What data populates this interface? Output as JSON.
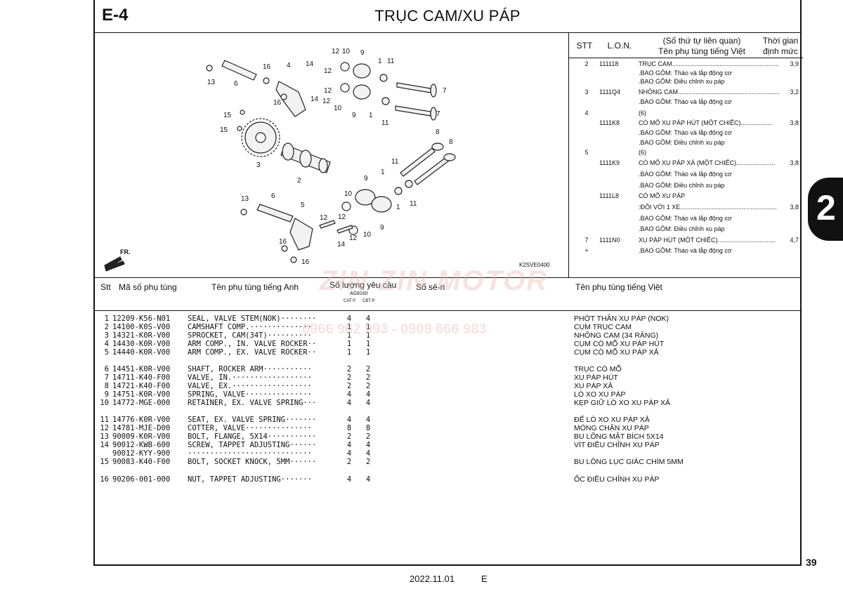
{
  "header": {
    "section_code": "E-4",
    "title": "TRỤC CAM/XU PÁP"
  },
  "diagram": {
    "ref_code": "K2SVE0400",
    "fr_label": "FR.",
    "callouts": [
      "13",
      "6",
      "16",
      "4",
      "16",
      "14",
      "12",
      "10",
      "9",
      "1",
      "11",
      "12",
      "12",
      "14",
      "12",
      "10",
      "9",
      "1",
      "11",
      "7",
      "7",
      "15",
      "15",
      "3",
      "2",
      "8",
      "8",
      "11",
      "1",
      "9",
      "10",
      "12",
      "13",
      "6",
      "5",
      "12",
      "14",
      "12",
      "10",
      "9",
      "1",
      "11",
      "16",
      "16"
    ]
  },
  "labor": {
    "headers": {
      "stt": "STT",
      "lon": "L.O.N.",
      "name_line1": "(Số thứ tự liên quan)",
      "name_line2": "Tên phụ tùng tiếng Việt",
      "time_line1": "Thời gian",
      "time_line2": "định mức"
    },
    "rows": [
      {
        "stt": "2",
        "lon": "111118",
        "name": "TRỤC CAM.................................................................",
        "time": "3,9"
      },
      {
        "stt": "",
        "lon": "",
        "name": ".BAO GỒM: Tháo và lắp động cơ",
        "time": ""
      },
      {
        "stt": "",
        "lon": "",
        "name": ".BAO GỒM: Điều chỉnh xu páp",
        "time": ""
      },
      {
        "stt": "3",
        "lon": "1111Q4",
        "name": "NHÔNG CAM................................................................",
        "time": "3,2"
      },
      {
        "stt": "",
        "lon": "",
        "name": ".BAO GỒM: Tháo và lắp động cơ",
        "time": ""
      },
      {
        "stt": "4",
        "lon": "",
        "name": "(6)",
        "time": ""
      },
      {
        "stt": "",
        "lon": "1111K8",
        "name": "CÒ MỔ XU PÁP HÚT (MỘT CHIẾC)..................",
        "time": "3,8"
      },
      {
        "stt": "",
        "lon": "",
        "name": ".BAO GỒM: Tháo và lắp động cơ",
        "time": ""
      },
      {
        "stt": "",
        "lon": "",
        "name": ".BAO GỒM: Điều chỉnh xu páp",
        "time": ""
      },
      {
        "stt": "5",
        "lon": "",
        "name": "(6)",
        "time": ""
      },
      {
        "stt": "",
        "lon": "1111K9",
        "name": "CÒ MỔ XU PÁP XẢ (MỘT CHIẾC)......................",
        "time": "3,8"
      },
      {
        "stt": "",
        "lon": "",
        "name": ".BAO GỒM: Tháo và lắp động cơ",
        "time": ""
      },
      {
        "stt": "",
        "lon": "",
        "name": ".BAO GỒM: Điều chỉnh xu páp",
        "time": ""
      },
      {
        "stt": "",
        "lon": "1111L8",
        "name": "CÒ MỔ XU PÁP",
        "time": ""
      },
      {
        "stt": "",
        "lon": "",
        "name": ":ĐỐI VỚI 1 XE.......................................................",
        "time": "3,8"
      },
      {
        "stt": "",
        "lon": "",
        "name": ".BAO GỒM: Tháo và lắp động cơ",
        "time": ""
      },
      {
        "stt": "",
        "lon": "",
        "name": ".BAO GỒM: Điều chỉnh xu páp",
        "time": ""
      },
      {
        "stt": "7",
        "lon": "1111N0",
        "name": "XU PÁP HÚT (MỘT CHIẾC).................................",
        "time": "4,7"
      },
      {
        "stt": "+",
        "lon": "",
        "name": ".BAO GỒM: Tháo và lắp động cơ",
        "time": ""
      }
    ]
  },
  "columns": {
    "stt": "Stt",
    "part_no": "Mã số phụ tùng",
    "name_en": "Tên phụ tùng tiếng Anh",
    "qty": "Số lượng yêu cầu",
    "qty_model": "AG8160",
    "qty_cat": "CAT P",
    "qty_cbt": "CBT P",
    "serial": "Số sê-ri",
    "name_vi": "Tên phụ tùng tiếng Việt"
  },
  "parts": [
    {
      "no": "1",
      "part_no": "12209-K56-N01",
      "en": "SEAL, VALVE STEM(NOK)········",
      "q1": "4",
      "q2": "4",
      "vi": "PHỚT THÂN XU PÁP (NOK)"
    },
    {
      "no": "2",
      "part_no": "14100-K0S-V00",
      "en": "CAMSHAFT COMP.··············",
      "q1": "1",
      "q2": "1",
      "vi": "CỤM TRỤC CAM"
    },
    {
      "no": "3",
      "part_no": "14321-K0R-V00",
      "en": "SPROCKET, CAM(34T)··········",
      "q1": "1",
      "q2": "1",
      "vi": "NHÔNG CAM (34 RĂNG)"
    },
    {
      "no": "4",
      "part_no": "14430-K0R-V00",
      "en": "ARM COMP., IN. VALVE ROCKER··",
      "q1": "1",
      "q2": "1",
      "vi": "CỤM CÒ MỔ XU PÁP HÚT"
    },
    {
      "no": "5",
      "part_no": "14440-K0R-V00",
      "en": "ARM COMP., EX. VALVE ROCKER··",
      "q1": "1",
      "q2": "1",
      "vi": "CỤM CÒ MỔ XU PÁP XẢ"
    },
    {
      "no": "6",
      "part_no": "14451-K0R-V00",
      "en": "SHAFT, ROCKER ARM···········",
      "q1": "2",
      "q2": "2",
      "vi": "TRỤC CÒ MỔ"
    },
    {
      "no": "7",
      "part_no": "14711-K40-F00",
      "en": "VALVE, IN.··················",
      "q1": "2",
      "q2": "2",
      "vi": "XU PÁP HÚT"
    },
    {
      "no": "8",
      "part_no": "14721-K40-F00",
      "en": "VALVE, EX.··················",
      "q1": "2",
      "q2": "2",
      "vi": "XU PÁP XẢ"
    },
    {
      "no": "9",
      "part_no": "14751-K0R-V00",
      "en": "SPRING, VALVE···············",
      "q1": "4",
      "q2": "4",
      "vi": "LÒ XO XU PÁP"
    },
    {
      "no": "10",
      "part_no": "14772-MGE-000",
      "en": "RETAINER, EX. VALVE SPRING···",
      "q1": "4",
      "q2": "4",
      "vi": "KẸP GIỮ LÒ XO XU PÁP XẢ"
    },
    {
      "no": "11",
      "part_no": "14776-K0R-V00",
      "en": "SEAT, EX. VALVE SPRING·······",
      "q1": "4",
      "q2": "4",
      "vi": "ĐẾ LÒ XO XU PÁP XẢ"
    },
    {
      "no": "12",
      "part_no": "14781-MJE-D00",
      "en": "COTTER, VALVE···············",
      "q1": "8",
      "q2": "8",
      "vi": "MÓNG CHẶN XU PÁP"
    },
    {
      "no": "13",
      "part_no": "90009-K0R-V00",
      "en": "BOLT, FLANGE, 5X14···········",
      "q1": "2",
      "q2": "2",
      "vi": "BU LÔNG MẶT BÍCH 5X14"
    },
    {
      "no": "14",
      "part_no": "90012-KWB-600",
      "en": "SCREW, TAPPET ADJUSTING······",
      "q1": "4",
      "q2": "4",
      "vi": "VÍT ĐIỀU CHỈNH XU PÁP"
    },
    {
      "no": "",
      "part_no": "90012-KYY-900",
      "en": "····························",
      "q1": "4",
      "q2": "4",
      "vi": ""
    },
    {
      "no": "15",
      "part_no": "90083-K40-F00",
      "en": "BOLT, SOCKET KNOCK, 5MM······",
      "q1": "2",
      "q2": "2",
      "vi": "BU LÔNG LỤC GIÁC CHÌM 5MM"
    },
    {
      "no": "16",
      "part_no": "90206-001-000",
      "en": "NUT, TAPPET ADJUSTING·······",
      "q1": "4",
      "q2": "4",
      "vi": "ỐC ĐIỀU CHỈNH XU PÁP"
    }
  ],
  "page": {
    "number": "39",
    "side_tab": "2",
    "date": "2022.11.01",
    "edition": "E"
  },
  "watermark": {
    "brand": "ZIN ZIN MOTOR",
    "phone": "0966 962 993 - 0909 666 983"
  }
}
